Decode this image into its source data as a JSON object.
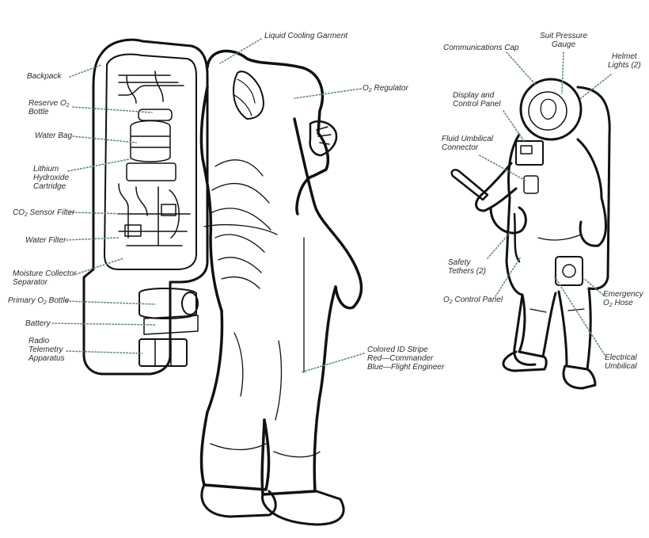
{
  "colors": {
    "leader": "#5e8b7e",
    "outline": "#111111",
    "label": "#2a2a2a"
  },
  "labels": {
    "backpack": {
      "lines": [
        "Backpack"
      ]
    },
    "reserve_o2": {
      "lines": [
        "Reserve O",
        "2",
        "Bottle"
      ]
    },
    "water_bag": {
      "lines": [
        "Water Bag"
      ]
    },
    "lioh": {
      "lines": [
        "Lithium",
        "Hydroxide",
        "Cartridge"
      ]
    },
    "co2_sensor": {
      "lines": [
        "CO",
        "2",
        " Sensor Filter"
      ]
    },
    "water_filter": {
      "lines": [
        "Water Filter"
      ]
    },
    "moisture": {
      "lines": [
        "Moisture Collector",
        "Separator"
      ]
    },
    "primary_o2": {
      "lines": [
        "Primary O",
        "2",
        " Bottle"
      ]
    },
    "battery": {
      "lines": [
        "Battery"
      ]
    },
    "radio": {
      "lines": [
        "Radio",
        "Telemetry",
        "Apparatus"
      ]
    },
    "lcg": {
      "lines": [
        "Liquid Cooling Garment"
      ]
    },
    "o2_regulator": {
      "lines": [
        "O",
        "2",
        " Regulator"
      ]
    },
    "id_stripe": {
      "lines": [
        "Colored ID Stripe",
        "Red—Commander",
        "Blue—Flight Engineer"
      ]
    },
    "comm_cap": {
      "lines": [
        "Communications Cap"
      ]
    },
    "pressure_gauge": {
      "lines": [
        "Suit Pressure",
        "Gauge"
      ]
    },
    "helmet_lights": {
      "lines": [
        "Helmet",
        "Lights (2)"
      ]
    },
    "display_panel": {
      "lines": [
        "Display and",
        "Control Panel"
      ]
    },
    "fluid_umbilical": {
      "lines": [
        "Fluid Umbilical",
        "Connector"
      ]
    },
    "safety_tethers": {
      "lines": [
        "Safety",
        "Tethers (2)"
      ]
    },
    "o2_control": {
      "lines": [
        "O",
        "2",
        " Control Panel"
      ]
    },
    "emergency_hose": {
      "lines": [
        "Emergency",
        "O",
        "2",
        " Hose"
      ]
    },
    "electrical_umbilical": {
      "lines": [
        "Electrical",
        "Umbilical"
      ]
    }
  }
}
